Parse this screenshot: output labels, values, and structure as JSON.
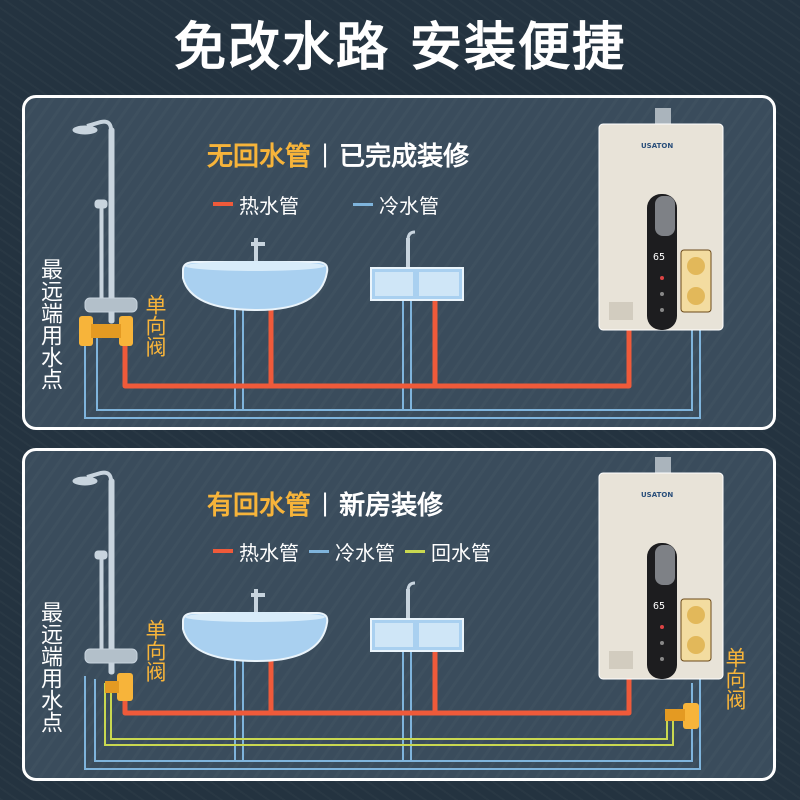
{
  "headline": "免改水路 安装便捷",
  "colors": {
    "hot_pipe": "#ef5a3a",
    "cold_pipe": "#7fb4dc",
    "return_pipe": "#c9d850",
    "accent": "#f7b43a",
    "valve": "#f7b43a"
  },
  "panel_top": {
    "title_main": "无回水管",
    "title_separator": "|",
    "title_sub": "已完成装修",
    "legend": [
      {
        "label": "热水管",
        "color": "#ef5a3a"
      },
      {
        "label": "冷水管",
        "color": "#7fb4dc"
      }
    ],
    "far_point_label": "最远端用水点",
    "valve_label": "单向阀",
    "heater_brand": "USATON",
    "heater_temp": "65"
  },
  "panel_bottom": {
    "title_main": "有回水管",
    "title_separator": "|",
    "title_sub": "新房装修",
    "legend": [
      {
        "label": "热水管",
        "color": "#ef5a3a"
      },
      {
        "label": "冷水管",
        "color": "#7fb4dc"
      },
      {
        "label": "回水管",
        "color": "#c9d850"
      }
    ],
    "far_point_label": "最远端用水点",
    "valve_label_left": "单向阀",
    "valve_label_right": "单向阀",
    "heater_brand": "USATON",
    "heater_temp": "65"
  }
}
